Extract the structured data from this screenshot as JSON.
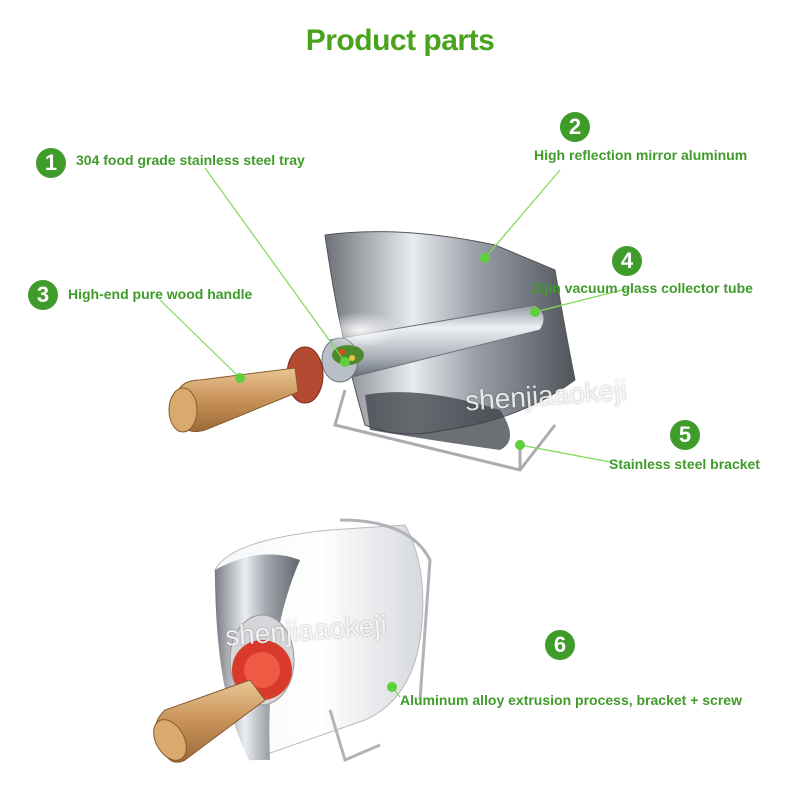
{
  "title": "Product parts",
  "parts": [
    {
      "number": "1",
      "label": "304 food grade stainless steel tray"
    },
    {
      "number": "2",
      "label": "High reflection mirror aluminum"
    },
    {
      "number": "3",
      "label": "High-end pure wood handle"
    },
    {
      "number": "4",
      "label": "Zijin vacuum glass collector tube"
    },
    {
      "number": "5",
      "label": "Stainless steel bracket"
    },
    {
      "number": "6",
      "label": "Aluminum alloy extrusion process, bracket + screw"
    }
  ],
  "watermark": "shenjiaaokeji",
  "colors": {
    "accent": "#3f9b2a",
    "title": "#4aa31c",
    "leader": "#7ed957"
  }
}
